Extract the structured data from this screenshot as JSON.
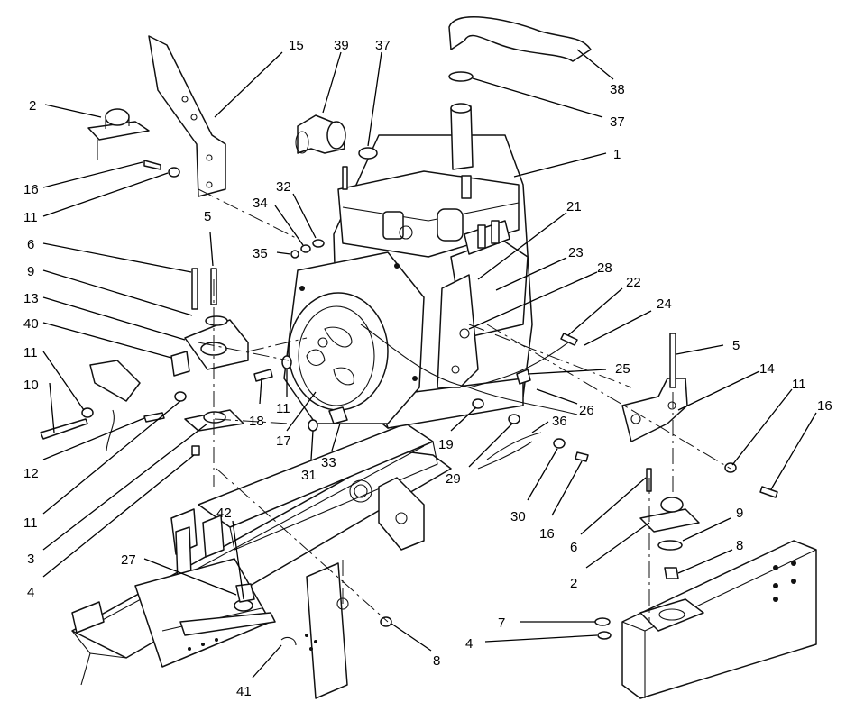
{
  "callouts": [
    "15",
    "39",
    "37",
    "2",
    "16",
    "11",
    "5",
    "6",
    "9",
    "13",
    "40",
    "11",
    "10",
    "12",
    "11",
    "3",
    "4",
    "32",
    "34",
    "35",
    "18",
    "11",
    "17",
    "31",
    "33",
    "38",
    "37",
    "1",
    "21",
    "23",
    "28",
    "22",
    "24",
    "25",
    "26",
    "19",
    "36",
    "29",
    "30",
    "16",
    "5",
    "14",
    "11",
    "16",
    "6",
    "9",
    "8",
    "2",
    "42",
    "27",
    "7",
    "4",
    "8",
    "41"
  ]
}
